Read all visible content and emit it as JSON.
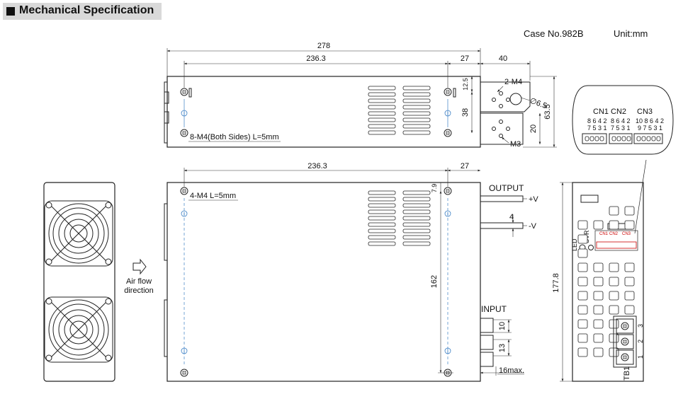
{
  "header": {
    "title": "Mechanical Specification"
  },
  "case_no": "Case No.982B",
  "unit": "Unit:mm",
  "top_view": {
    "dim_overall": "278",
    "dim_holes": "236.3",
    "dim_hole_offset": "27",
    "dim_bracket": "40",
    "dim_12_5": "12.5",
    "dim_38": "38",
    "dim_20": "20",
    "dim_height": "63.5",
    "dia_label": "6.5",
    "label_2m4": "2-M4",
    "label_m3": "M3",
    "label_8m4": "8-M4(Both Sides) L=5mm"
  },
  "front_view": {
    "dim_holes": "236.3",
    "dim_hole_offset": "27",
    "dim_7_9": "7.9",
    "dim_162": "162",
    "dim_4": "4",
    "dim_10": "10",
    "dim_13": "13",
    "dim_16max": "16max.",
    "label_4m4": "4-M4 L=5mm",
    "output_label": "OUTPUT",
    "plus_v": "+V",
    "minus_v": "-V",
    "input_label": "INPUT",
    "dim_177_8": "177.8"
  },
  "airflow": {
    "line1": "Air flow",
    "line2": "direction"
  },
  "connectors": {
    "cn1": "CN1",
    "cn2": "CN2",
    "cn3": "CN3",
    "cn1_even": "8 6 4 2",
    "cn1_odd": "7 5 3 1",
    "cn2_even": "8 6 4 2",
    "cn2_odd": "7 5 3 1",
    "cn3_even": "10 8 6 4 2",
    "cn3_odd": "9 7 5 3 1"
  },
  "end_view": {
    "led": "LED",
    "sv": "SVR",
    "cn1": "CN1",
    "cn2": "CN2",
    "cn3": "CN3",
    "tb1": "TB1",
    "t1": "1",
    "t2": "2",
    "t3": "3"
  }
}
